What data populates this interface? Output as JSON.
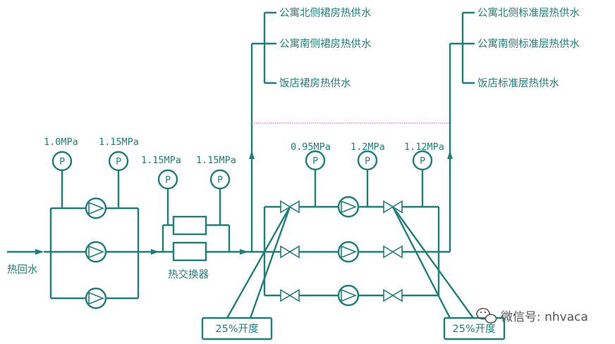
{
  "labels": {
    "outlets_left": [
      "公寓北侧裙房热供水",
      "公寓南侧裙房热供水",
      "饭店裙房热供水"
    ],
    "outlets_right": [
      "公寓北侧标准层热供水",
      "公寓南侧标准层热供水",
      "饭店标准层热供水"
    ],
    "return_water": "热回水",
    "heat_exchanger": "热交换器",
    "valve_opening_left": "25%开度",
    "valve_opening_right": "25%开度"
  },
  "gauges": {
    "left_group": [
      "1.0MPa",
      "1.15MPa"
    ],
    "exchanger": [
      "1.15MPa",
      "1.15MPa"
    ],
    "right_group": [
      "0.95MPa",
      "1.2MPa",
      "1.12MPa"
    ],
    "symbol": "P"
  },
  "watermark": {
    "text": "微信号: nhvaca",
    "icon": "wechat-icon"
  },
  "colors": {
    "pipe": "#1d7f7a",
    "divider": "#cc44cc",
    "watermark": "#555555"
  }
}
